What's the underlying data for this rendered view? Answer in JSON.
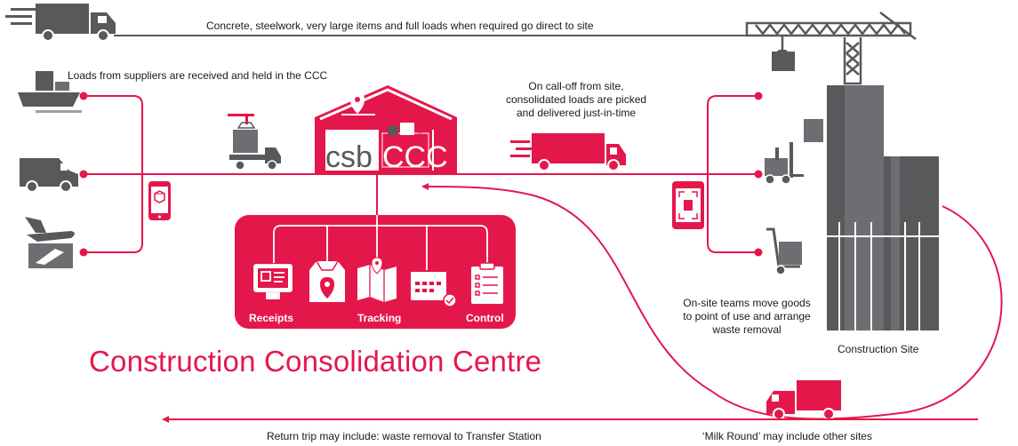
{
  "top_route": {
    "text": "Concrete, steelwork, very large items and full loads when required go direct to site"
  },
  "suppliers": {
    "text": "Loads from suppliers are received and held in the CCC",
    "icons": [
      "ship-icon",
      "van-icon",
      "plane-icon"
    ]
  },
  "centre": {
    "logo_left": "csb",
    "logo_right": "CCC"
  },
  "call_off": {
    "lines": [
      "On call-off from site,",
      "consolidated loads are picked",
      "and delivered just-in-time"
    ]
  },
  "features": [
    {
      "label": "Receipts",
      "icon": "computer-icon"
    },
    {
      "label": "",
      "icon": "package-location-icon"
    },
    {
      "label": "Tracking",
      "icon": "map-icon"
    },
    {
      "label": "",
      "icon": "calendar-icon"
    },
    {
      "label": "Control",
      "icon": "clipboard-icon"
    }
  ],
  "title": "Construction Consolidation Centre",
  "onsite": {
    "lines": [
      "On-site teams move goods",
      "to point of use and arrange",
      "waste removal"
    ]
  },
  "site": {
    "label": "Construction Site"
  },
  "return_trip": {
    "text": "Return trip may include: waste removal to Transfer Station"
  },
  "milk_round": {
    "text": "‘Milk Round’ may include other sites"
  },
  "colors": {
    "accent": "#e4174b",
    "dark": "#58595b",
    "mid": "#6d6e71",
    "light": "#9c9ea1"
  }
}
